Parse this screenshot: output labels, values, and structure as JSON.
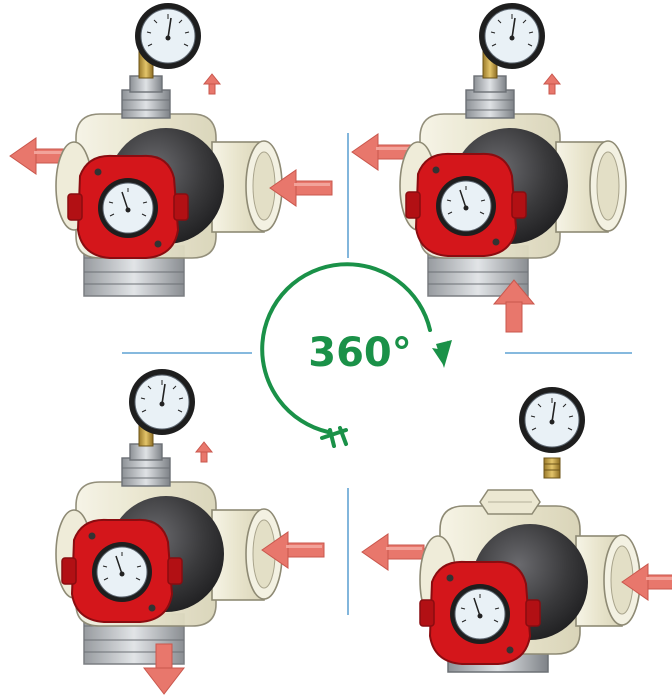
{
  "rotation_label": "360°",
  "colors": {
    "accent_green": "#1a9148",
    "divider_blue": "#3f8fc9",
    "handle_red": "#d4161b",
    "flow_arrow": "#e8776c",
    "valve_body": "#ece8d2",
    "ball": "#3a3a3c",
    "gauge_case": "#1e1e1e",
    "gauge_face": "#e9f1f6",
    "fitting": "#b8bcc0"
  },
  "views": [
    {
      "id": "top-left",
      "arrows": [
        "left",
        "left-in",
        "up-small"
      ]
    },
    {
      "id": "top-right",
      "arrows": [
        "left",
        "up-from-bottom",
        "up-small"
      ]
    },
    {
      "id": "bottom-left",
      "arrows": [
        "left-in",
        "down",
        "up-small"
      ]
    },
    {
      "id": "bottom-right",
      "arrows": [
        "left",
        "left-in-edge"
      ]
    }
  ]
}
